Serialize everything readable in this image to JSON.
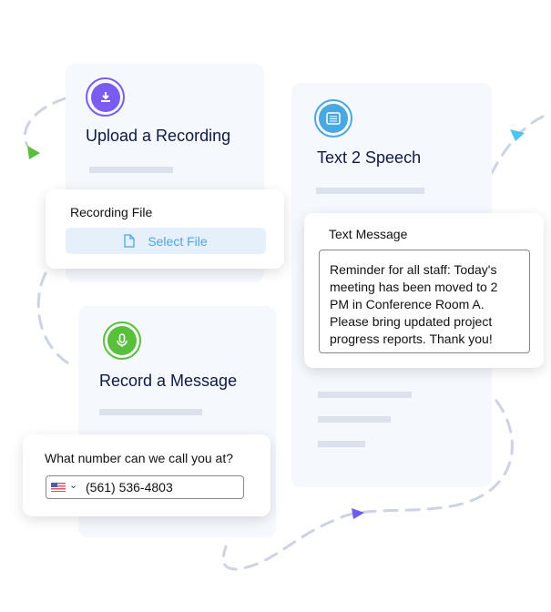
{
  "upload": {
    "title": "Upload a Recording",
    "popup_label": "Recording File",
    "button": "Select File",
    "icon": "download-icon",
    "color": "#7b5cf0"
  },
  "record": {
    "title": "Record a Message",
    "popup_label": "What number can we call you at?",
    "phone": "(561) 536-4803",
    "country": "US",
    "icon": "microphone-icon",
    "color": "#5bbf3e"
  },
  "tts": {
    "title": "Text 2 Speech",
    "popup_label": "Text Message",
    "message": "Reminder for all staff: Today's meeting has been moved to 2 PM in Conference Room A. Please bring updated project progress reports. Thank you!",
    "icon": "text-icon",
    "color": "#4aa8e0"
  }
}
